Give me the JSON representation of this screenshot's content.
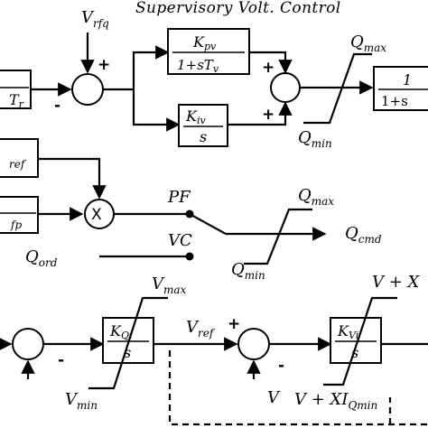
{
  "title": "Supervisory Volt. Control",
  "signals": {
    "v_rfq": "V",
    "v_rfq_sub": "rfq",
    "q_max_1": "Q",
    "q_max_1_sub": "max",
    "q_min_1": "Q",
    "q_min_1_sub": "min",
    "ref_partial": "ref",
    "fp_partial": "fp",
    "pf": "PF",
    "vc": "VC",
    "q_ord": "Q",
    "q_ord_sub": "ord",
    "q_max_2": "Q",
    "q_max_2_sub": "max",
    "q_min_2": "Q",
    "q_min_2_sub": "min",
    "q_cmd": "Q",
    "q_cmd_sub": "cmd",
    "v_max": "V",
    "v_max_sub": "max",
    "v_min": "V",
    "v_min_sub": "min",
    "v_ref": "V",
    "v_ref_sub": "ref",
    "v": "V",
    "v_plus_x_top": "V + X",
    "v_plus_x_iq": "V + XI",
    "v_plus_x_iq_sub": "Qmin"
  },
  "blocks": {
    "tr_den": "T",
    "tr_den_sub": "r",
    "kpv_num": "K",
    "kpv_num_sub": "pv",
    "kpv_den": "1+sT",
    "kpv_den_sub": "v",
    "kiv_num": "K",
    "kiv_num_sub": "iv",
    "kiv_den": "s",
    "lag_num": "1",
    "lag_den": "1+s",
    "kqi_num": "K",
    "kqi_num_sub": "Qi",
    "kqi_den": "s",
    "kvi_num": "K",
    "kvi_num_sub": "Vi",
    "kvi_den": "s",
    "multiplier": "X"
  },
  "signs": {
    "plus": "+",
    "minus": "-"
  }
}
